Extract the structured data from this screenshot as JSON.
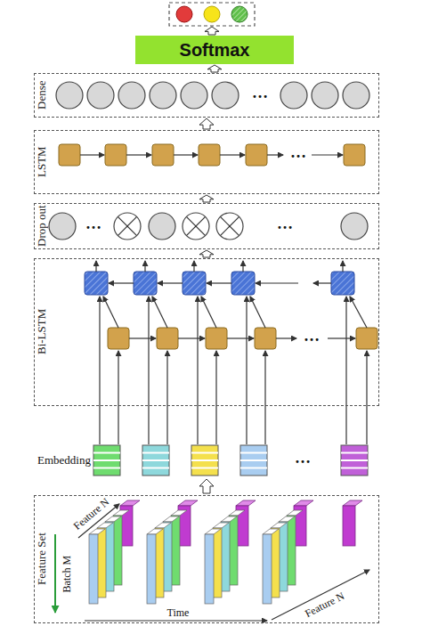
{
  "diagram": {
    "nodes": [
      {
        "text": [
          "Softmax"
        ]
      },
      {
        "text": [
          "Dense"
        ]
      },
      {
        "text": [
          "LSTM"
        ]
      },
      {
        "text": [
          "Drop out"
        ]
      },
      {
        "text": [
          "Bi-LSTM"
        ]
      },
      {
        "text": [
          "Feature Set"
        ]
      }
    ],
    "edges": [
      {
        "from": 1,
        "to": 0,
        "arrow": "to"
      },
      {
        "from": 2,
        "to": 1,
        "arrow": "to"
      },
      {
        "from": 3,
        "to": 2,
        "arrow": "to"
      },
      {
        "from": 4,
        "to": 3,
        "arrow": "to"
      }
    ],
    "labels": [
      "…",
      "…",
      "…",
      "…",
      "…",
      "Embedding",
      "…",
      "Feature N",
      "Batch M",
      "Feature N",
      "Time"
    ]
  }
}
